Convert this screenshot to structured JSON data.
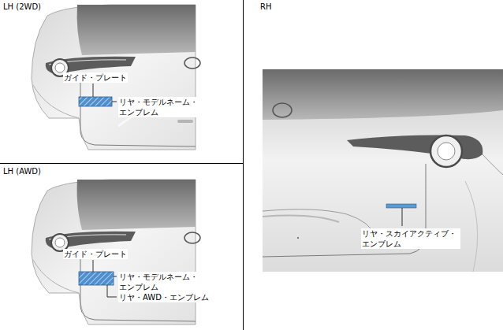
{
  "diagram": {
    "labels": [
      "LH (2WD)",
      "ガイド・プレート",
      "リヤ・モデルネーム・エンブレム",
      "LH (AWD)",
      "ガイド・プレート",
      "リヤ・モデルネーム・エンブレム",
      "リヤ・AWD・エンブレム",
      "RH",
      "リヤ・スカイアクティブ・エンブレム"
    ]
  }
}
